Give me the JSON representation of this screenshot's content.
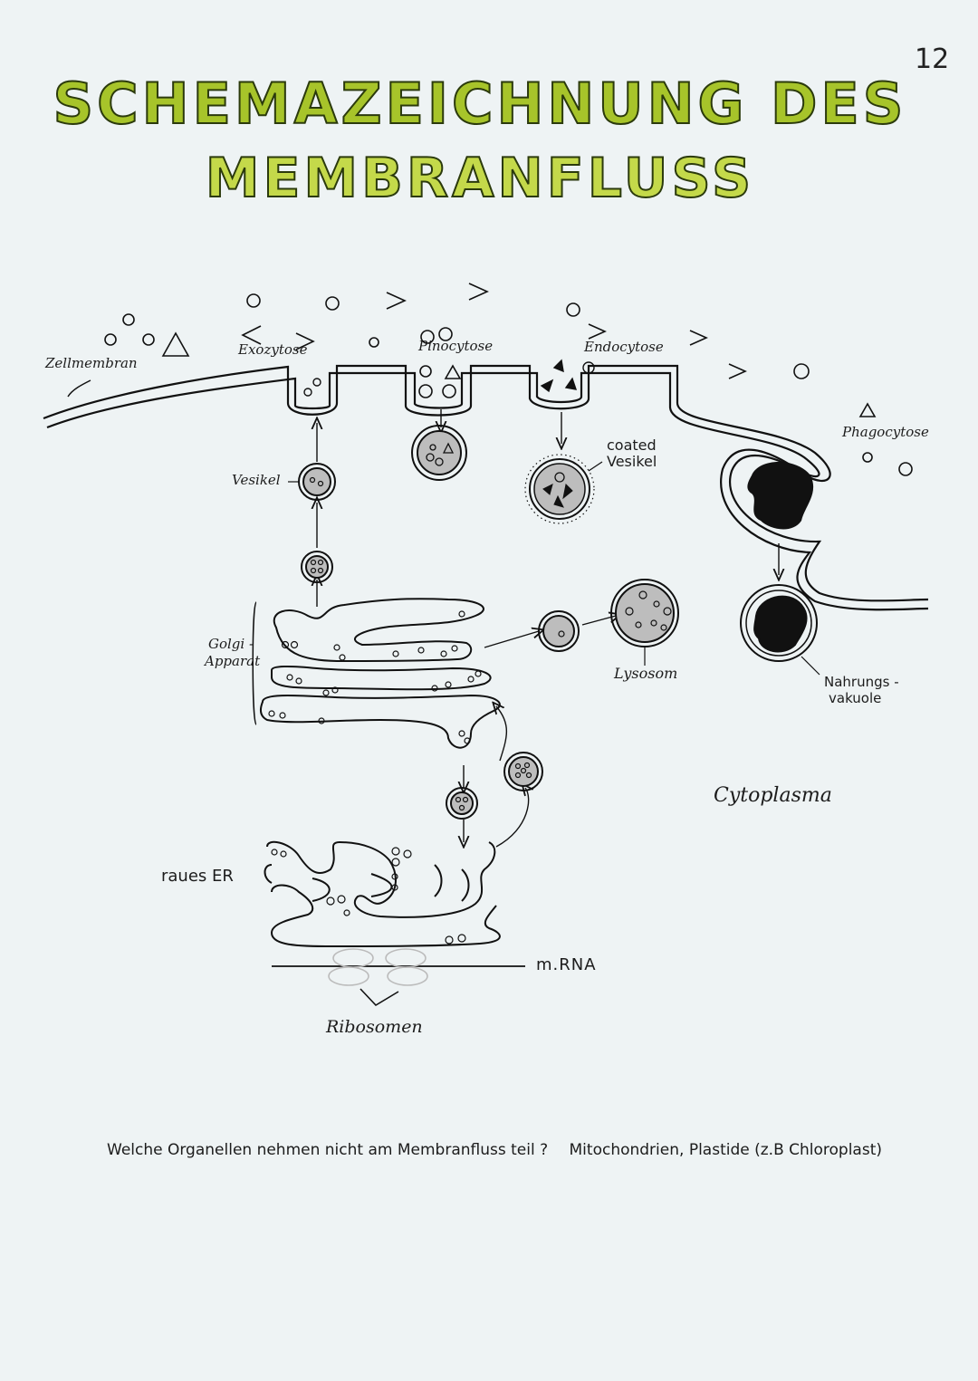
{
  "page_number": "12",
  "title": {
    "line1": "SCHEMAZEICHNUNG DES",
    "line2": "MEMBRANFLUSS"
  },
  "labels": {
    "zellmembran": "Zellmembran",
    "exozytose": "Exozytose",
    "pinocytose": "Pinocytose",
    "endocytose": "Endocytose",
    "phagocytose": "Phagocytose",
    "coated_vesikel_1": "coated",
    "coated_vesikel_2": "Vesikel",
    "vesikel": "Vesikel",
    "golgi_1": "Golgi -",
    "golgi_2": "Apparat",
    "lysosom": "Lysosom",
    "nahrungsvakuole_1": "Nahrungs -",
    "nahrungsvakuole_2": "vakuole",
    "cytoplasma": "Cytoplasma",
    "raues_er": "raues ER",
    "mrna": "m.RNA",
    "ribosomen": "Ribosomen"
  },
  "question": {
    "text": "Welche Organellen nehmen nicht am Membranfluss teil ?",
    "answer": "Mitochondrien, Plastide (z.B Chloroplast)"
  },
  "colors": {
    "title_main": "#a7c42a",
    "title_light": "#c4d94a",
    "vesicle_fill": "#bdbdbd",
    "food_fill": "#111111",
    "ribosome_stroke": "#bbbbbb"
  }
}
